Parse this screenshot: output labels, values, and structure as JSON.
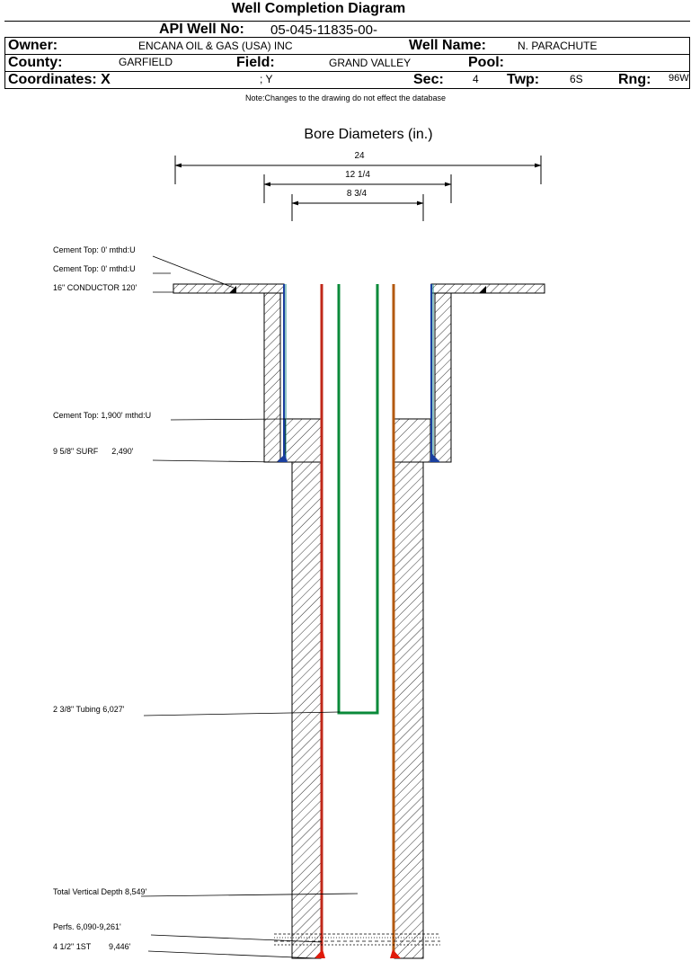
{
  "header": {
    "title": "Well Completion Diagram",
    "api_label": "API Well No:",
    "api_value": "05-045-11835-00-",
    "owner_label": "Owner:",
    "owner_value": "ENCANA OIL & GAS (USA) INC",
    "well_name_label": "Well Name:",
    "well_name_value": "N. PARACHUTE",
    "county_label": "County:",
    "county_value": "GARFIELD",
    "field_label": "Field:",
    "field_value": "GRAND VALLEY",
    "pool_label": "Pool:",
    "pool_value": "",
    "coords_label": "Coordinates: X",
    "coords_y": "; Y",
    "sec_label": "Sec:",
    "sec_value": "4",
    "twp_label": "Twp:",
    "twp_value": "6S",
    "rng_label": "Rng:",
    "rng_value": "96W"
  },
  "note": "Note:Changes to the drawing do not effect the database",
  "bore": {
    "title": "Bore Diameters (in.)",
    "diameters": [
      "24",
      "12 1/4",
      "8 3/4"
    ]
  },
  "annotations": {
    "cement_top_1": "Cement Top: 0' mthd:U",
    "cement_top_2": "Cement Top: 0' mthd:U",
    "conductor": "16\" CONDUCTOR  120'",
    "cement_top_3": "Cement Top: 1,900' mthd:U",
    "surface_casing": "9 5/8\" SURF      2,490'",
    "tubing": "2 3/8\" Tubing 6,027'",
    "tvd": "Total Vertical Depth 8,549'",
    "perfs": "Perfs. 6,090-9,261'",
    "production_casing": "4 1/2\" 1ST        9,446'"
  },
  "colors": {
    "conductor_casing": "#1f8a8a",
    "surface_casing": "#1a3fa0",
    "tubing": "#0a8a3a",
    "production_casing_left": "#c0281a",
    "production_casing_right": "#b35a10",
    "cement_shoe": "#000000"
  }
}
